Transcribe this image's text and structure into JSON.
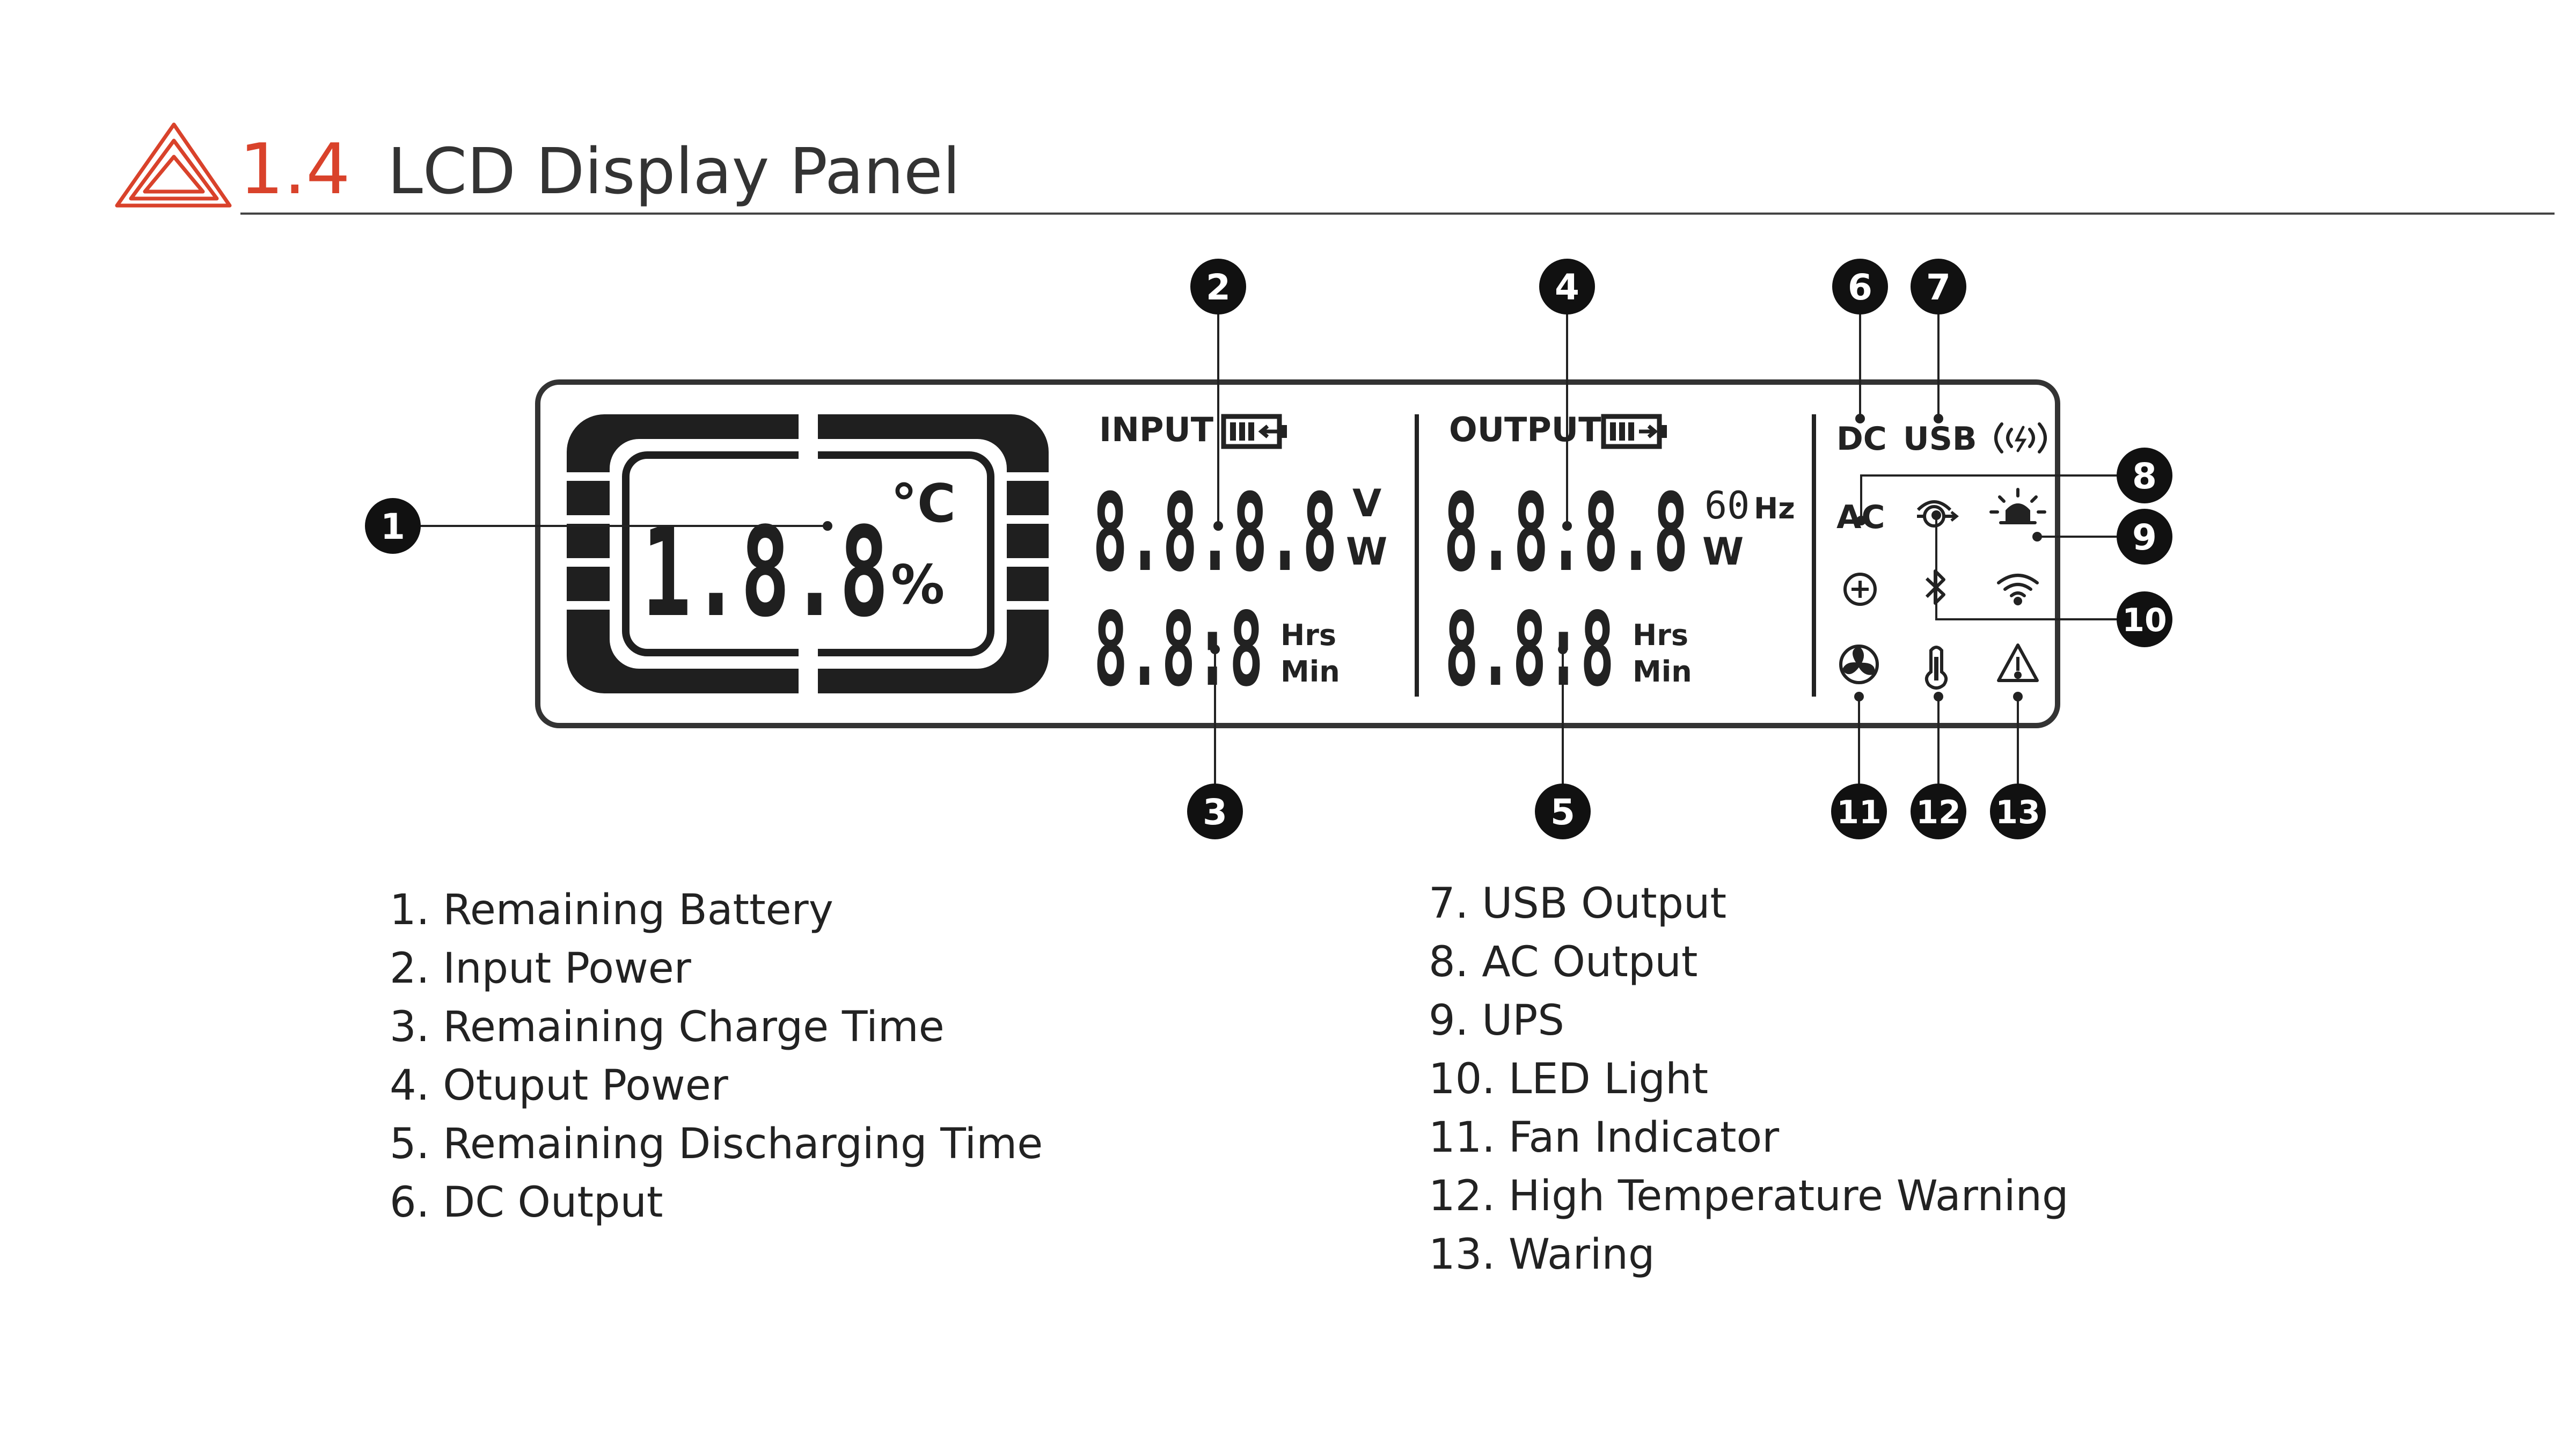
{
  "header": {
    "number": "1.4",
    "title": "LCD Display Panel",
    "accent_color": "#d9422b",
    "logo_icon": "triangle-logo-icon"
  },
  "lcd": {
    "battery_digits": "1.8.8",
    "unit_celsius": "°C",
    "unit_percent": "%",
    "input_label": "INPUT",
    "input_digits": "8.8.8.8",
    "input_unit_v": "V",
    "input_unit_w": "W",
    "input_time_digits": "8.8:8",
    "output_label": "OUTPUT",
    "output_digits": "8.8.8.8",
    "output_freq": "60",
    "output_hz": "Hz",
    "output_unit_w": "W",
    "output_time_digits": "8.8:8",
    "unit_hrs": "Hrs",
    "unit_min": "Min",
    "dc": "DC",
    "usb": "USB",
    "ac": "AC",
    "icons": [
      "wireless-charge-icon",
      "ups-icon",
      "led-light-icon",
      "plus-circle-icon",
      "bluetooth-icon",
      "wifi-icon",
      "fan-icon",
      "thermometer-icon",
      "warning-icon",
      "battery-input-icon",
      "battery-output-icon"
    ]
  },
  "callouts": [
    "1",
    "2",
    "3",
    "4",
    "5",
    "6",
    "7",
    "8",
    "9",
    "10",
    "11",
    "12",
    "13"
  ],
  "legend_left": [
    "1. Remaining Battery",
    "2. Input Power",
    "3. Remaining Charge Time",
    "4. Otuput Power",
    "5. Remaining Discharging Time",
    "6. DC Output"
  ],
  "legend_right": [
    "7. USB Output",
    "8. AC Output",
    "9. UPS",
    "10. LED Light",
    "11. Fan Indicator",
    "12. High Temperature Warning",
    "13. Waring"
  ]
}
